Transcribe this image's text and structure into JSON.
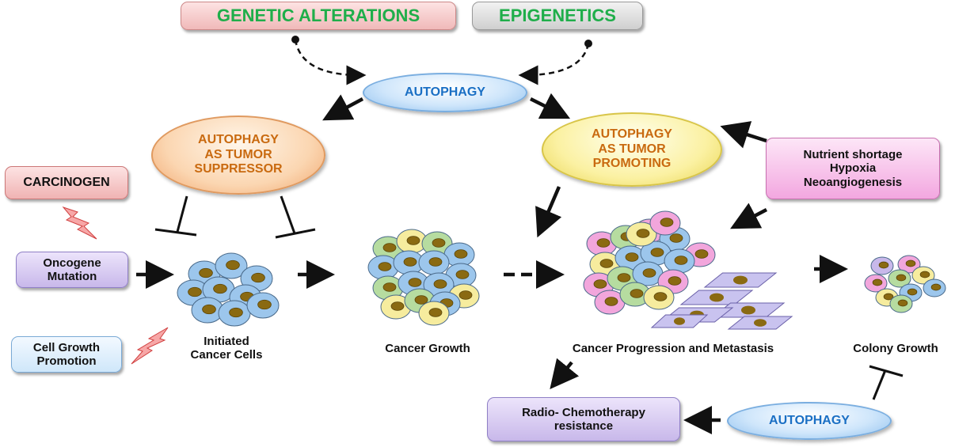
{
  "top": {
    "genetic": "GENETIC ALTERATIONS",
    "epigenetics": "EPIGENETICS"
  },
  "autophagy_top": "AUTOPHAGY",
  "suppressor": [
    "AUTOPHAGY",
    "AS TUMOR",
    "SUPPRESSOR"
  ],
  "promoting": [
    "AUTOPHAGY",
    "AS TUMOR",
    "PROMOTING"
  ],
  "carcinogen": "CARCINOGEN",
  "oncogene": [
    "Oncogene",
    "Mutation"
  ],
  "cell_growth": [
    "Cell Growth",
    "Promotion"
  ],
  "nutrient": [
    "Nutrient shortage",
    "Hypoxia",
    "Neoangiogenesis"
  ],
  "stages": {
    "initiated": [
      "Initiated",
      "Cancer Cells"
    ],
    "growth": "Cancer Growth",
    "progression": "Cancer Progression and Metastasis",
    "colony": "Colony Growth"
  },
  "radio": [
    "Radio- Chemotherapy",
    "resistance"
  ],
  "autophagy_bottom": "AUTOPHAGY",
  "colors": {
    "green_text": "#1fae4a",
    "blue_text": "#1a6fc4",
    "orange_text": "#c96a10",
    "cell_nucleus": "#8a6a12",
    "cell_blue": "#9cc6ec",
    "cell_green": "#b6dca0",
    "cell_yellow": "#f6ec9e",
    "cell_pink": "#f2a6dc",
    "cell_purple": "#c8b8ea",
    "fibro": "#c9c3ef"
  }
}
